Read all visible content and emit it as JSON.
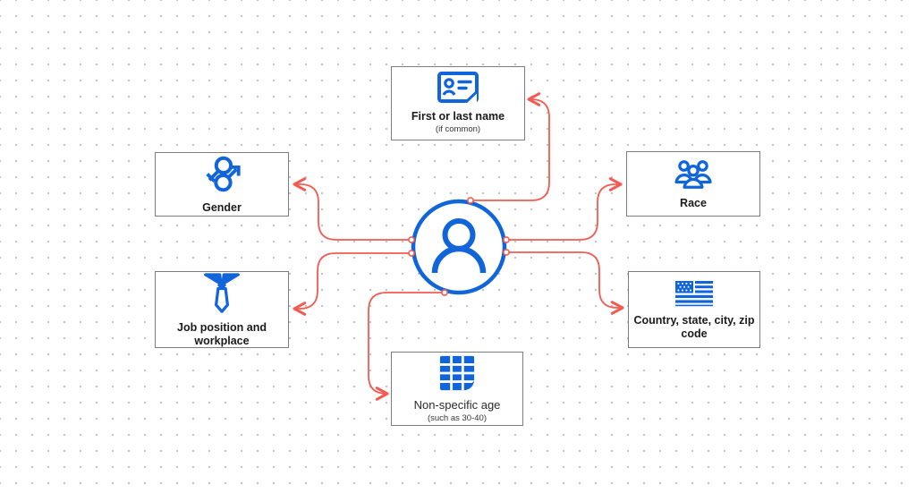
{
  "diagram": {
    "type": "mind-map",
    "center": {
      "icon": "person-icon",
      "label": ""
    },
    "nodes": [
      {
        "id": "first-or-last-name",
        "label": "First or last name",
        "sublabel": "(if common)",
        "icon": "id-card-icon"
      },
      {
        "id": "gender",
        "label": "Gender",
        "sublabel": "",
        "icon": "gender-symbols-icon"
      },
      {
        "id": "job-position",
        "label": "Job position and workplace",
        "sublabel": "",
        "icon": "necktie-icon"
      },
      {
        "id": "race",
        "label": "Race",
        "sublabel": "",
        "icon": "people-group-icon"
      },
      {
        "id": "location",
        "label": "Country, state, city, zip code",
        "sublabel": "",
        "icon": "us-flag-icon"
      },
      {
        "id": "age",
        "label": "Non-specific age",
        "sublabel": "(such as 30-40)",
        "icon": "table-icon"
      }
    ],
    "colors": {
      "icon_blue": "#1165db",
      "connector_red": "#f25b51",
      "box_border": "#7d7d7d",
      "text": "#1b1b1b",
      "background": "#ffffff",
      "grid_dot": "#c3c3c3"
    }
  }
}
